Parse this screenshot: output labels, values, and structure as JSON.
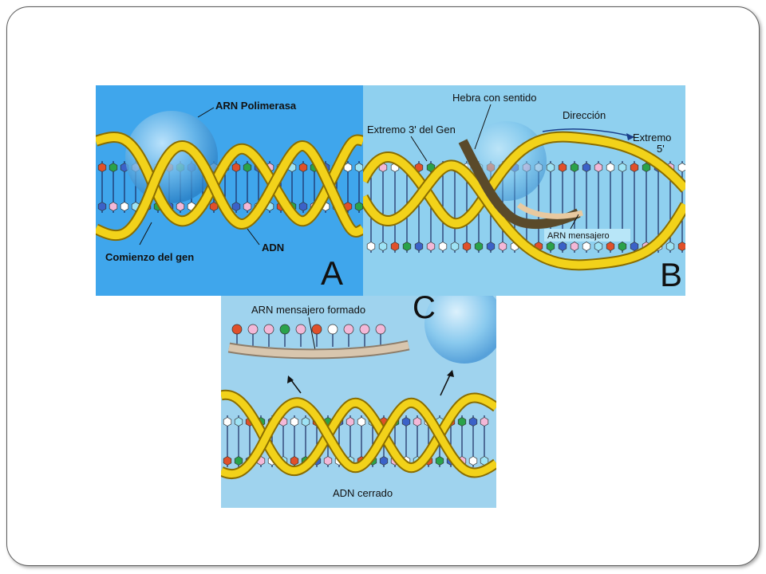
{
  "panel_a": {
    "letter": "A",
    "labels": {
      "polymerase": "ARN Polimerasa",
      "gene_start": "Comienzo del gen",
      "dna": "ADN"
    }
  },
  "panel_b": {
    "letter": "B",
    "labels": {
      "sense_strand": "Hebra con sentido",
      "end_3": "Extremo 3' del Gen",
      "direction": "Dirección",
      "end_5_line1": "Extremo",
      "end_5_line2": "5'",
      "mrna": "ARN mensajero"
    }
  },
  "panel_c": {
    "letter": "C",
    "labels": {
      "mrna_formed": "ARN mensajero formado",
      "closed_dna": "ADN cerrado"
    }
  },
  "colors": {
    "strand": "#f2d21a",
    "strand_edge": "#8a6d00",
    "base_red": "#e0502a",
    "base_green": "#2aa24a",
    "base_blue": "#3b62c8",
    "base_pink": "#f3b8d8",
    "base_white": "#ffffff",
    "base_cyan": "#9ee3f5"
  }
}
